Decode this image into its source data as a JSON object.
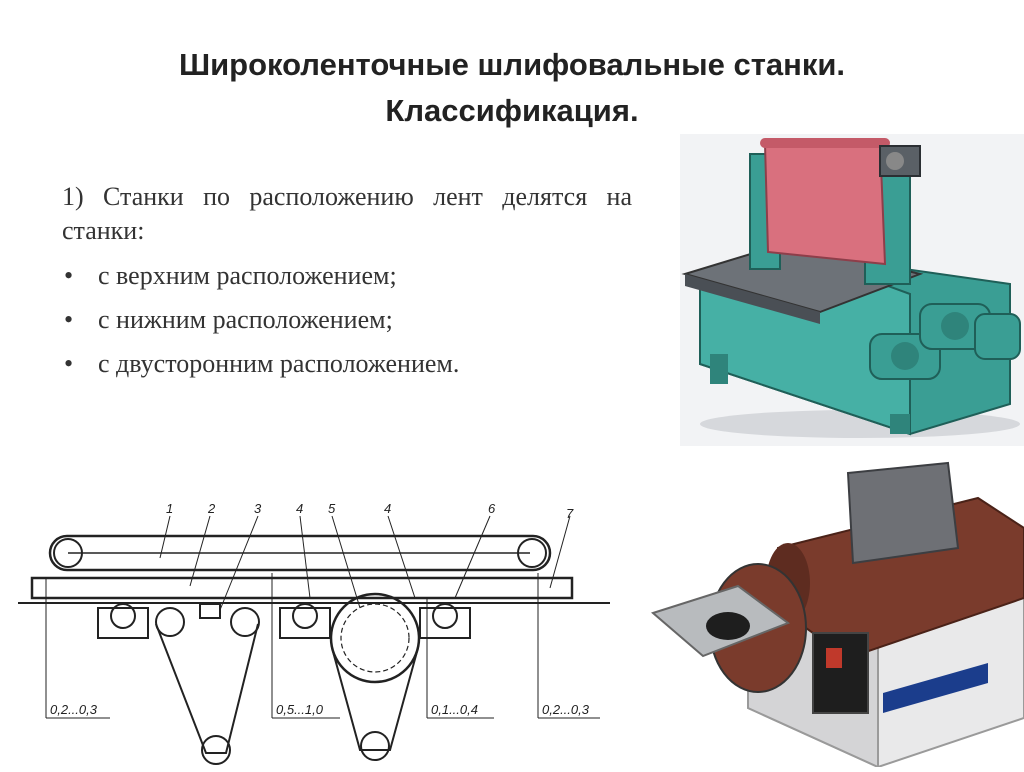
{
  "slide": {
    "title_line1": "Широколенточные шлифовальные станки.",
    "title_line2": "Классификация.",
    "intro": "1) Станки по расположению лент делятся на станки:",
    "bullet_char": "•",
    "bullets": [
      "с верхним расположением;",
      "с нижним расположением;",
      "с двусторонним расположением."
    ]
  },
  "diagram": {
    "part_numbers": [
      "1",
      "2",
      "3",
      "4",
      "5",
      "4",
      "6",
      "7"
    ],
    "dimensions": [
      "0,2...0,3",
      "0,5...1,0",
      "0,1...0,4",
      "0,2...0,3"
    ]
  },
  "colors": {
    "machine_body": "#3a9e94",
    "sanding_belt_pink": "#d9707e",
    "belt_brown": "#7a3b2c",
    "sander_body": "#e9e9ea"
  }
}
